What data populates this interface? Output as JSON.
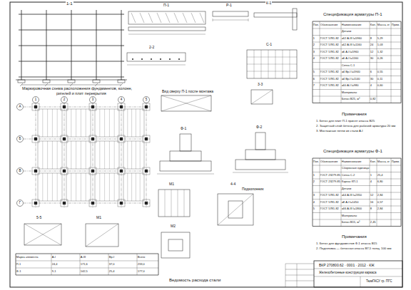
{
  "diagram": {
    "labels": [
      "1-1",
      "П-1",
      "Р-1",
      "К-1",
      "Спецификация арматуры П-1",
      "2-2",
      "С-1",
      "3-3",
      "Маркировочная схема расположения фундаментов, колонн,",
      "ригелей и плит перекрытия",
      "Вид сверху П-1 после монтажа",
      "Ф-1",
      "Ф-2",
      "Примечания",
      "1. Бетон для плит П-1 принят класса В25",
      "2. Защитный слой бетона для рабочей арматуры 20 мм",
      "3. Монтажные петли из стали А-I",
      "Спецификация арматуры Ф-1",
      "Примечания",
      "1. Бетон для фундаментов Ф-1 класса В15",
      "2. Подготовка — бетонная класса В7,5 толщ. 100 мм",
      "М1",
      "4-4",
      "Подколонник",
      "5-5",
      "М1",
      "М2",
      "Ведомость расхода стали",
      "ВКР 270800.62 · 0001 · 2012 · КЖ",
      "Железобетонные конструкции каркаса",
      "ТюмГАСУ гр. ПГС",
      "А",
      "Б",
      "В",
      "Г",
      "1",
      "2",
      "3",
      "4",
      "5",
      "Поз.",
      "Обозначение",
      "Наименование",
      "Кол.",
      "Масса, кг",
      "Прим.",
      "Детали",
      "1",
      "ГОСТ 5781-82",
      "⌀12 А-III l=5960",
      "8",
      "5,29",
      "2",
      "ГОСТ 5781-82",
      "⌀12 А-III l=1160",
      "24",
      "1,03",
      "3",
      "ГОСТ 5781-82",
      "⌀6 А-I l=5960",
      "12",
      "1,32",
      "4",
      "ГОСТ 5781-82",
      "⌀6 А-I l=1160",
      "30",
      "0,26",
      "Сетка С-1",
      "5",
      "ГОСТ 5781-82",
      "⌀4 Вр-I l=5940",
      "6",
      "0,55",
      "6",
      "ГОСТ 5781-82",
      "⌀4 Вр-I l=1140",
      "30",
      "0,11",
      "7",
      "ГОСТ 5781-82",
      "⌀10 А-I l=980",
      "4",
      "0,60",
      "Материалы",
      "Бетон В25, м³",
      "0,82",
      "Поз.",
      "Обозначение",
      "Наименование",
      "Кол.",
      "Масса, кг",
      "Прим.",
      "Сборочные единицы",
      "1",
      "ГОСТ 23279-85",
      "Сетка С-2",
      "1",
      "25,4",
      "2",
      "ГОСТ 23279-85",
      "Каркас КП-1",
      "4",
      "6,80",
      "Детали",
      "3",
      "ГОСТ 5781-82",
      "⌀14 А-III l=2350",
      "12",
      "2,84",
      "4",
      "ГОСТ 5781-82",
      "⌀8 А-I l=1450",
      "16",
      "0,57",
      "5",
      "ГОСТ 5781-82",
      "⌀16 А-III l=1800",
      "8",
      "2,84",
      "Материалы",
      "Бетон В15, м³",
      "2,45",
      "Марка элемента",
      "А-I",
      "А-III",
      "Вр-I",
      "Всего",
      "П-1",
      "24,4",
      "171,6",
      "37,0",
      "233,0",
      "Ф-1",
      "9,1",
      "142,5",
      "25,4",
      "177,0"
    ]
  }
}
